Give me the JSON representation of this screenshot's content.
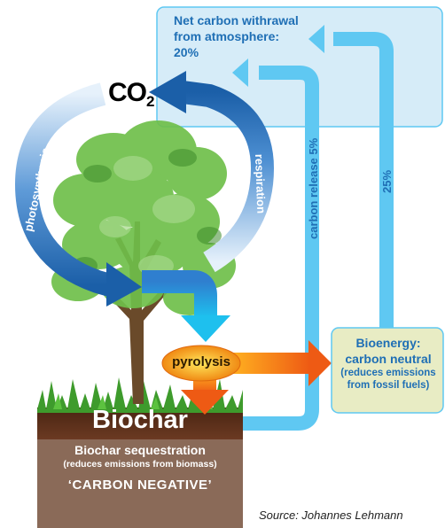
{
  "net_box": {
    "line1": "Net carbon withrawal",
    "line2": "from atmosphere:",
    "line3": "20%"
  },
  "co2": {
    "main": "CO",
    "sub": "2"
  },
  "labels": {
    "photosynthesis": "photosynthesis",
    "respiration": "respiration",
    "carbon_release": "carbon release 5%",
    "pct_25": "25%",
    "pyrolysis": "pyrolysis"
  },
  "bioenergy": {
    "line1": "Bioenergy:",
    "line2": "carbon neutral",
    "line3": "(reduces emissions",
    "line4": "from fossil fuels)"
  },
  "biochar": {
    "title": "Biochar",
    "sub1": "Biochar sequestration",
    "sub2": "(reduces emissions from biomass)",
    "sub3": "‘CARBON NEGATIVE’"
  },
  "source": "Source: Johannes Lehmann",
  "colors": {
    "light_blue_arrow": "#5fc8f2",
    "dark_blue_arrow": "#1f6fb5",
    "orange_arrow": "#f07a1a",
    "box_fill": "#d6ecf8",
    "bioenergy_fill": "#e8ecc4",
    "soil": "#5a2e1a",
    "soil_lower": "#8a6a58",
    "grass": "#3e9b2c",
    "tree_green": "#6fbf4a"
  }
}
